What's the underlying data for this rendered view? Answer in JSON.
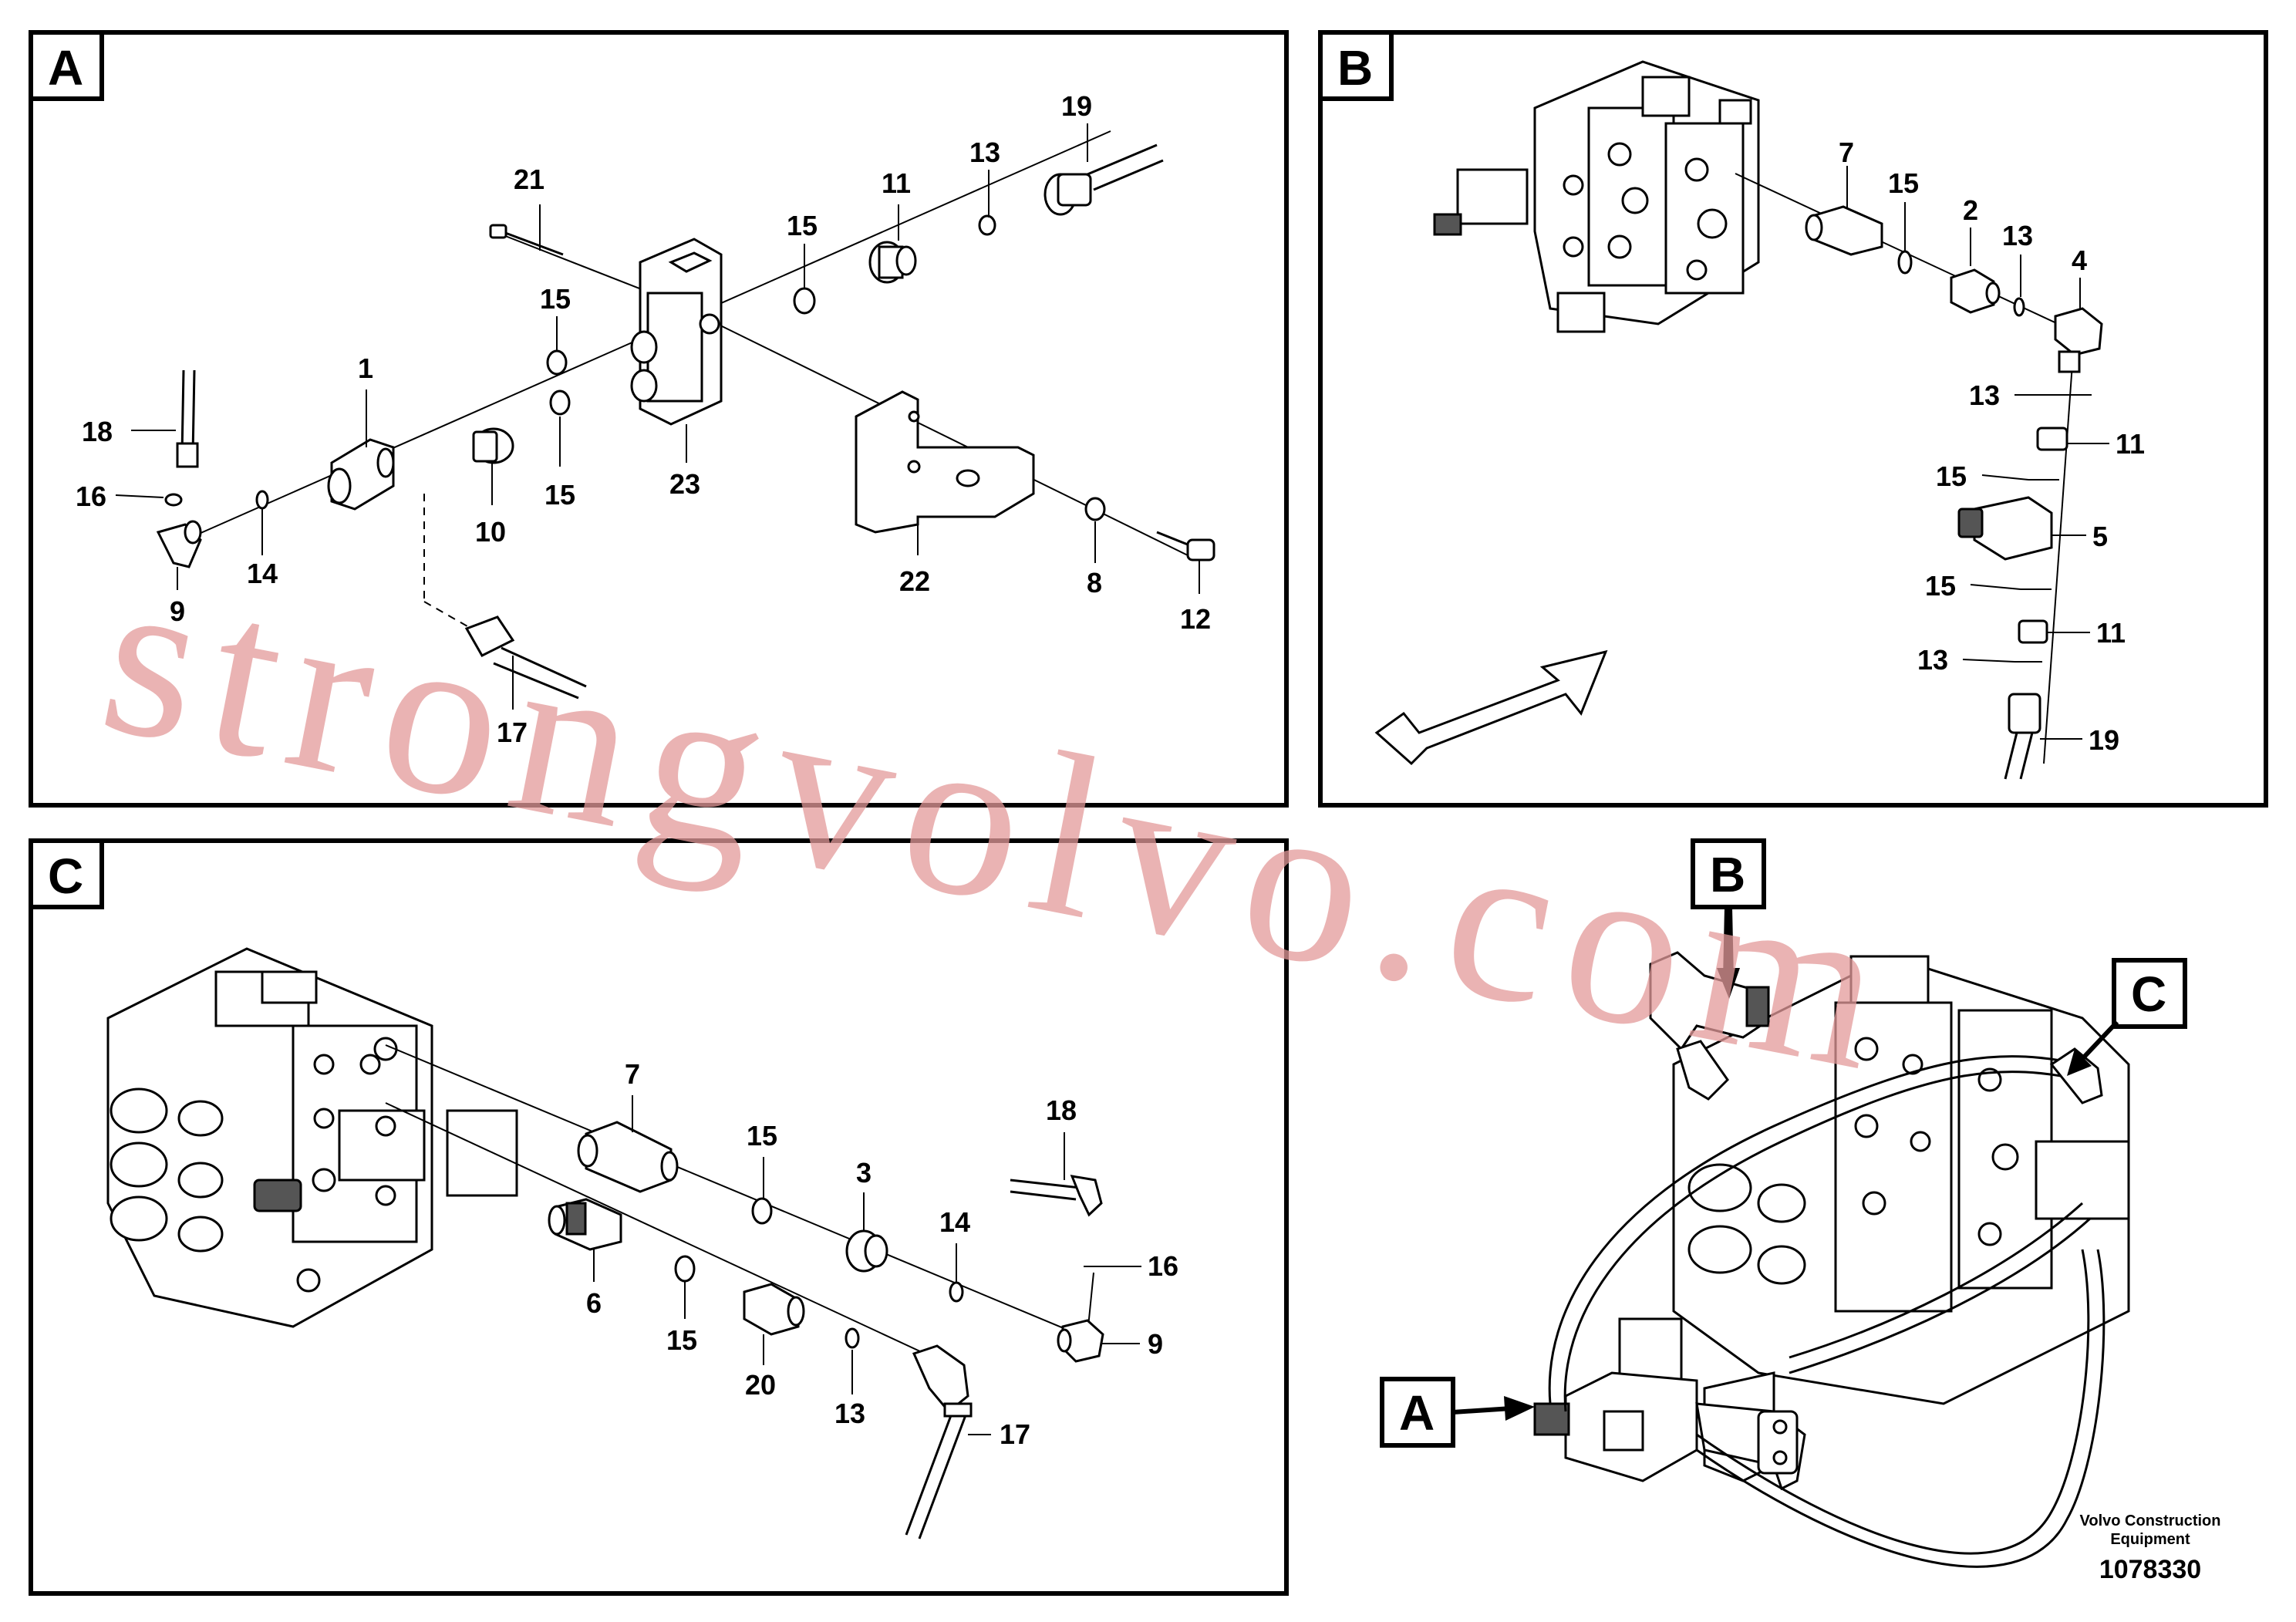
{
  "panels": {
    "a": {
      "letter": "A",
      "callouts": {
        "c21": "21",
        "c19": "19",
        "c11": "11",
        "c13": "13",
        "c15_top": "15",
        "c15_mid": "15",
        "c15_low": "15",
        "c1": "1",
        "c18": "18",
        "c16": "16",
        "c14": "14",
        "c9": "9",
        "c10": "10",
        "c23": "23",
        "c22": "22",
        "c8": "8",
        "c12": "12",
        "c17": "17"
      }
    },
    "b": {
      "letter": "B",
      "callouts": {
        "c7": "7",
        "c15": "15",
        "c2": "2",
        "c13_top": "13",
        "c4": "4",
        "c13_mid": "13",
        "c11_top": "11",
        "c15_a": "15",
        "c5": "5",
        "c15_b": "15",
        "c11_low": "11",
        "c13_low": "13",
        "c19": "19"
      }
    },
    "c": {
      "letter": "C",
      "callouts": {
        "c7": "7",
        "c18": "18",
        "c15_top": "15",
        "c3": "3",
        "c14": "14",
        "c16": "16",
        "c9": "9",
        "c6": "6",
        "c15_low": "15",
        "c20": "20",
        "c13": "13",
        "c17": "17"
      }
    },
    "overview": {
      "label_b": "B",
      "label_c": "C",
      "label_a": "A"
    }
  },
  "credit": {
    "line1": "Volvo Construction",
    "line2": "Equipment",
    "doc_number": "1078330"
  },
  "watermark": "strongvolvo.com"
}
